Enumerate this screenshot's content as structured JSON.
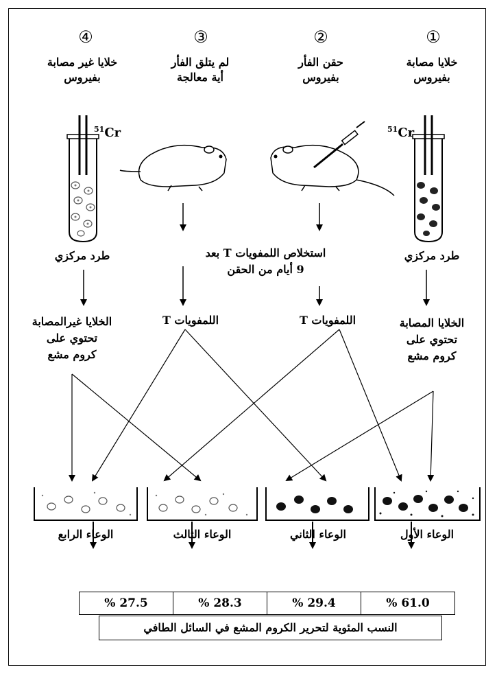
{
  "steps": [
    {
      "number": "①",
      "title_line1": "خلايا مصابة",
      "title_line2": "بفيروس"
    },
    {
      "number": "②",
      "title_line1": "حقن الفأر",
      "title_line2": "بفيروس"
    },
    {
      "number": "③",
      "title_line1": "لم يتلق الفأر",
      "title_line2": "أية معالجة"
    },
    {
      "number": "④",
      "title_line1": "خلايا غير مصابة",
      "title_line2": "بفيروس"
    }
  ],
  "isotope_mass": "51",
  "isotope_symbol": "Cr",
  "centrifuge_label": "طرد مركزي",
  "extraction_line1": "استخلاص اللمفويات T بعد",
  "extraction_line2": "9 أيام من الحقن",
  "lymphocytes_label": "اللمفويات T",
  "infected_cells": {
    "line1": "الخلايا المصابة",
    "line2": "تحتوي على",
    "line3": "كروم مشع"
  },
  "uninfected_cells": {
    "line1": "الخلايا غيرالمصابة",
    "line2": "تحتوي على",
    "line3": "كروم مشع"
  },
  "containers": [
    "الوعاء الأول",
    "الوعاء الثاني",
    "الوعاء الثالث",
    "الوعاء الرابع"
  ],
  "percentages": [
    "% 61.0",
    "% 29.4",
    "% 28.3",
    "% 27.5"
  ],
  "table_caption": "النسب المئوية لتحرير الكروم المشع في السائل الطافي"
}
